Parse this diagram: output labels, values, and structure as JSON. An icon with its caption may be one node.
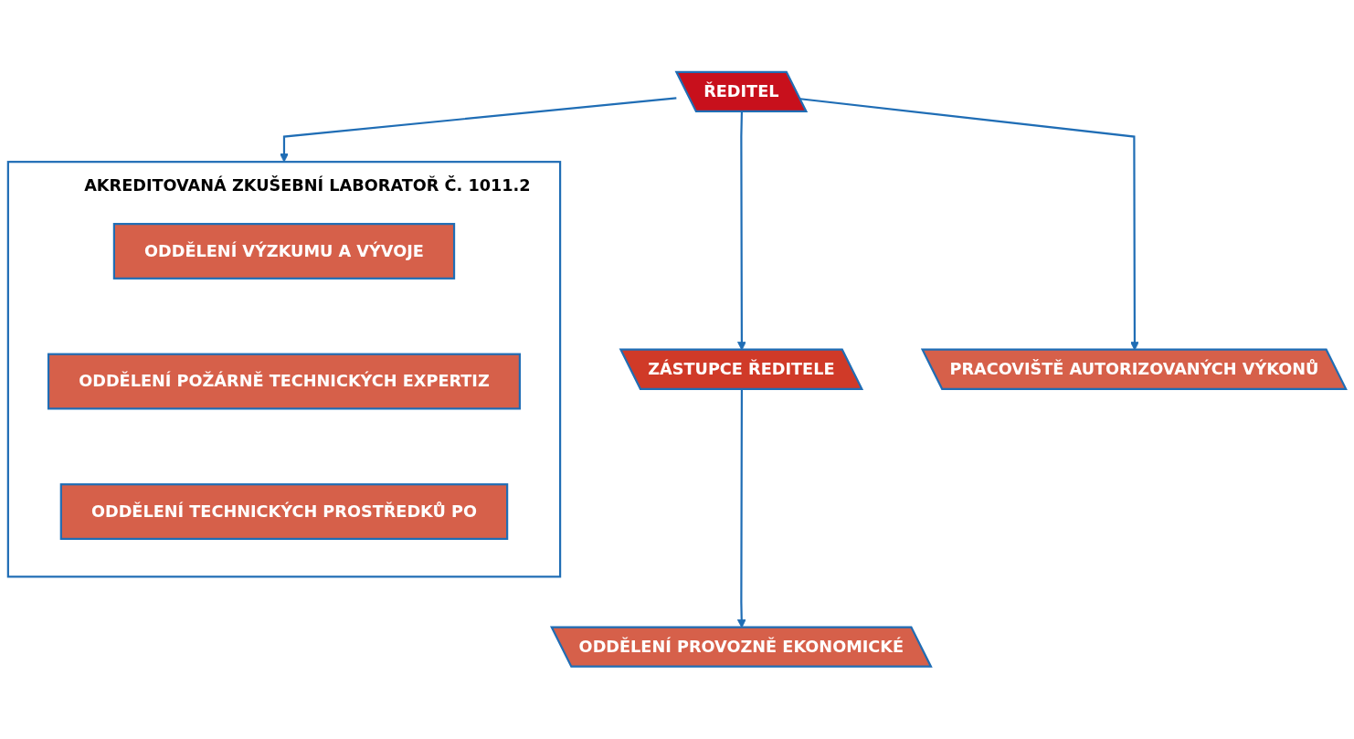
{
  "diagram": {
    "nodes": [
      {
        "text": [
          "ŘEDITEL"
        ]
      },
      {
        "text": [
          "ZÁSTUPCE ŘEDITELE"
        ]
      },
      {
        "text": [
          "ODDĚLENÍ PROVOZNĚ EKONOMICKÉ"
        ]
      },
      {
        "text": [
          "AKREDITOVANÁ ZKUŠEBNÍ LABORATOŘ Č. 1011.2"
        ]
      },
      {
        "text": [
          "ODDĚLENÍ VÝZKUMU A VÝVOJE"
        ],
        "in": 3
      },
      {
        "text": [
          "ODDĚLENÍ POŽÁRNĚ TECHNICKÝCH EXPERTIZ"
        ],
        "in": 3
      },
      {
        "text": [
          "ODDĚLENÍ TECHNICKÝCH PROSTŘEDKŮ PO"
        ],
        "in": 3
      },
      {
        "text": [
          "PRACOVIŠTĚ AUTORIZOVANÝCH VÝKONŮ"
        ]
      }
    ],
    "edges": [
      {
        "from": 0,
        "to": 1,
        "arrow": "to"
      },
      {
        "from": 0,
        "to": 3,
        "arrow": "to"
      },
      {
        "from": 0,
        "to": 7,
        "arrow": "to"
      },
      {
        "from": 1,
        "to": 2,
        "arrow": "to"
      }
    ]
  }
}
